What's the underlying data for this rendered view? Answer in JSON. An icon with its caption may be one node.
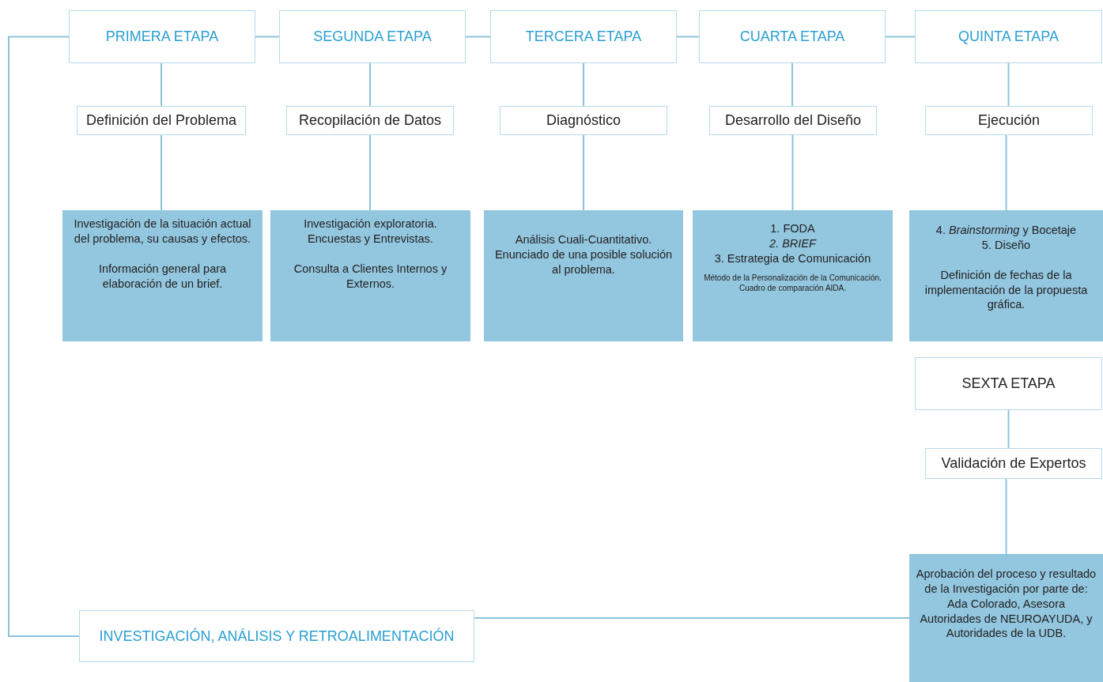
{
  "diagram": {
    "nodes": [
      {
        "text": [
          "PRIMERA ETAPA"
        ]
      },
      {
        "text": [
          "SEGUNDA ETAPA"
        ]
      },
      {
        "text": [
          "TERCERA ETAPA"
        ]
      },
      {
        "text": [
          "CUARTA ETAPA"
        ]
      },
      {
        "text": [
          "QUINTA ETAPA"
        ]
      },
      {
        "text": [
          "Definición del Problema"
        ]
      },
      {
        "text": [
          "Recopilación de Datos"
        ]
      },
      {
        "text": [
          "Diagnóstico"
        ]
      },
      {
        "text": [
          "Desarrollo del Diseño"
        ]
      },
      {
        "text": [
          "Ejecución"
        ]
      },
      {
        "text": [
          "Investigación de la situación actual del problema, su causas y efectos.",
          "Información general para elaboración de un brief."
        ]
      },
      {
        "text": [
          "Investigación exploratoria. Encuestas y Entrevistas.",
          "Consulta a Clientes Internos y Externos."
        ]
      },
      {
        "text": [
          "Análisis Cuali-Cuantitativo. Enunciado de una posible solución al problema."
        ]
      },
      {
        "text": [
          "1. FODA",
          "*2. BRIEF*",
          "3. Estrategia de Comunicación",
          "Método de la Personalización de la Comunicación. Cuadro de comparación AIDA."
        ]
      },
      {
        "text": [
          "4. *Brainstorming* y Bocetaje",
          "5. Diseño",
          "Definición de fechas de la implementación de la propuesta gráfica."
        ]
      },
      {
        "text": [
          "SEXTA ETAPA"
        ]
      },
      {
        "text": [
          "Validación de Expertos"
        ]
      },
      {
        "text": [
          "Aprobación del proceso y resultado de la Investigación por parte de: Ada Colorado, Asesora Autoridades de NEUROAYUDA, y Autoridades de la UDB."
        ]
      },
      {
        "text": [
          "INVESTIGACIÓN, ANÁLISIS Y RETROALIMENTACIÓN"
        ]
      }
    ],
    "edges": [
      {
        "from": 0,
        "to": 1,
        "arrow": "none"
      },
      {
        "from": 1,
        "to": 2,
        "arrow": "none"
      },
      {
        "from": 2,
        "to": 3,
        "arrow": "none"
      },
      {
        "from": 3,
        "to": 4,
        "arrow": "none"
      },
      {
        "from": 0,
        "to": 5,
        "arrow": "none"
      },
      {
        "from": 1,
        "to": 6,
        "arrow": "none"
      },
      {
        "from": 2,
        "to": 7,
        "arrow": "none"
      },
      {
        "from": 3,
        "to": 8,
        "arrow": "none"
      },
      {
        "from": 4,
        "to": 9,
        "arrow": "none"
      },
      {
        "from": 5,
        "to": 10,
        "arrow": "none"
      },
      {
        "from": 6,
        "to": 11,
        "arrow": "none"
      },
      {
        "from": 7,
        "to": 12,
        "arrow": "none"
      },
      {
        "from": 8,
        "to": 13,
        "arrow": "none"
      },
      {
        "from": 9,
        "to": 14,
        "arrow": "none"
      },
      {
        "from": 15,
        "to": 16,
        "arrow": "none"
      },
      {
        "from": 16,
        "to": 17,
        "arrow": "none"
      },
      {
        "from": 17,
        "to": 18,
        "arrow": "none"
      },
      {
        "from": 18,
        "to": 0,
        "arrow": "none"
      }
    ]
  }
}
